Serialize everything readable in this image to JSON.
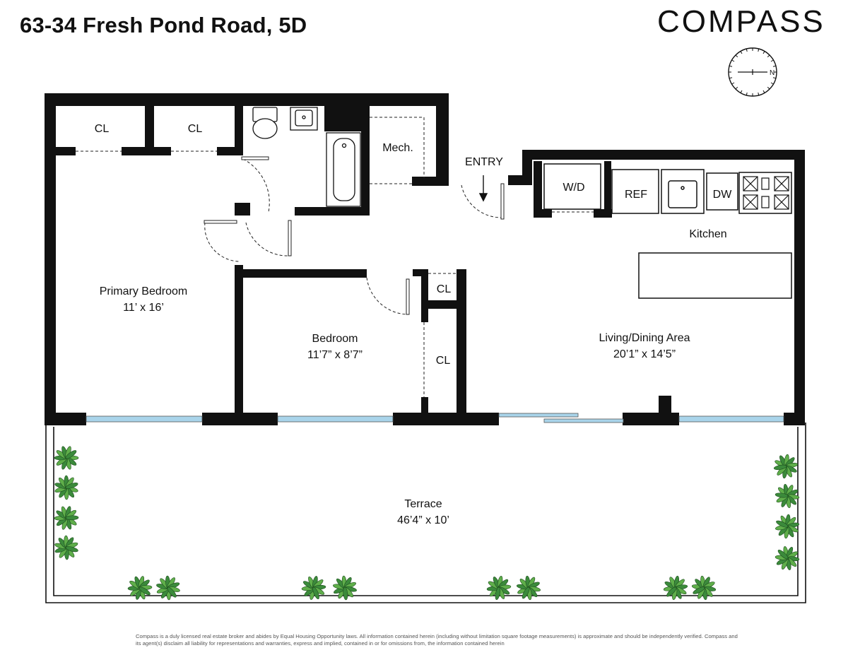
{
  "title": "63-34 Fresh Pond Road, 5D",
  "brand": {
    "name": "COMPASS"
  },
  "compass": {
    "north_letter": "N"
  },
  "entry_label": "ENTRY",
  "rooms": {
    "closet_1": "CL",
    "closet_2": "CL",
    "closet_3": "CL",
    "closet_4": "CL",
    "mech": "Mech.",
    "primary_bedroom": {
      "name": "Primary Bedroom",
      "dims": "11’ x 16’"
    },
    "bedroom": {
      "name": "Bedroom",
      "dims": "11’7” x 8’7”"
    },
    "living": {
      "name": "Living/Dining Area",
      "dims": "20’1” x 14’5”"
    },
    "kitchen": "Kitchen",
    "terrace": {
      "name": "Terrace",
      "dims": "46’4” x 10’"
    }
  },
  "appliances": {
    "washer_dryer": "W/D",
    "refrigerator": "REF",
    "dishwasher": "DW"
  },
  "disclaimer": "Compass is a duly licensed real estate broker and abides by Equal Housing Opportunity laws.  All information contained herein (including without limitation square footage measurements) is approximate and should be independently verified. Compass and its agent(s) disclaim all liability for representations and warranties, express and implied, contained in or for omissions from, the information contained herein",
  "colors": {
    "wall": "#111111",
    "window": "#a9d4ea",
    "plant": "#3b8a3b"
  }
}
